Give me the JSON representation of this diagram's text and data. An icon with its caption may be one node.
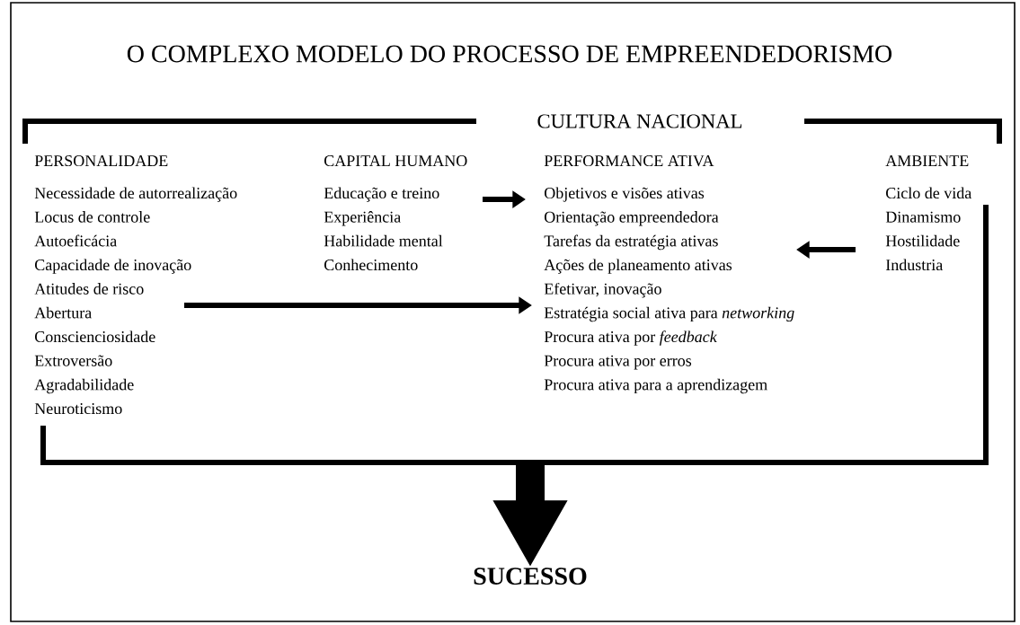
{
  "diagram": {
    "title": "O COMPLEXO MODELO DO PROCESSO DE EMPREENDEDORISMO",
    "nodes": [
      {
        "text": [
          "CULTURA NACIONAL"
        ]
      },
      {
        "text": [
          "PERSONALIDADE",
          "Necessidade de autorrealização",
          "Locus de controle",
          "Autoeficácia",
          "Capacidade de inovação",
          "Atitudes de risco",
          "Abertura",
          "Conscienciosidade",
          "Extroversão",
          "Agradabilidade",
          "Neuroticismo"
        ],
        "in": 0
      },
      {
        "text": [
          "CAPITAL HUMANO",
          "Educação e treino",
          "Experiência",
          "Habilidade mental",
          "Conhecimento"
        ],
        "in": 0
      },
      {
        "text": [
          "PERFORMANCE ATIVA",
          "Objetivos e visões ativas",
          "Orientação empreendedora",
          "Tarefas da estratégia ativas",
          "Ações de planeamento ativas",
          "Efetivar, inovação",
          "Estratégia social ativa para *networking*",
          "Procura ativa por *feedback*",
          "Procura ativa por erros",
          "Procura ativa para a aprendizagem"
        ],
        "in": 0
      },
      {
        "text": [
          "AMBIENTE",
          "Ciclo de vida",
          "Dinamismo",
          "Hostilidade",
          "Industria"
        ],
        "in": 0
      },
      {
        "text": [
          "SUCESSO"
        ]
      }
    ],
    "edges": [
      {
        "from": 2,
        "to": 3,
        "arrow": "to"
      },
      {
        "from": 1,
        "to": 3,
        "arrow": "to"
      },
      {
        "from": 4,
        "to": 3,
        "arrow": "to"
      },
      {
        "from": 0,
        "to": 5,
        "arrow": "to",
        "style": "thick"
      }
    ]
  }
}
